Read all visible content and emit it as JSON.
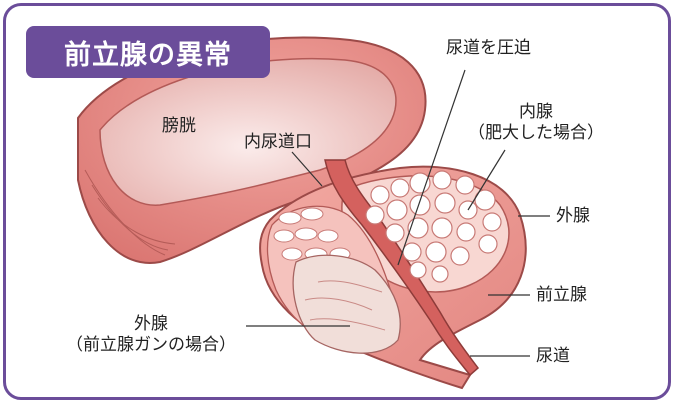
{
  "title": "前立腺の異常",
  "labels": {
    "bladder": "膀胱",
    "urethral_orifice": "内尿道口",
    "compress_urethra": "尿道を圧迫",
    "inner_gland_line1": "内腺",
    "inner_gland_line2": "（肥大した場合）",
    "outer_gland_right": "外腺",
    "prostate": "前立腺",
    "urethra": "尿道",
    "outer_gland_left_line1": "外腺",
    "outer_gland_left_line2": "（前立腺ガンの場合）"
  },
  "colors": {
    "frame": "#6b4d9a",
    "tissue": "#e98f8a",
    "tissue_dark": "#c9605f",
    "inner": "#f6c9c4",
    "nodule": "#ffffff"
  }
}
